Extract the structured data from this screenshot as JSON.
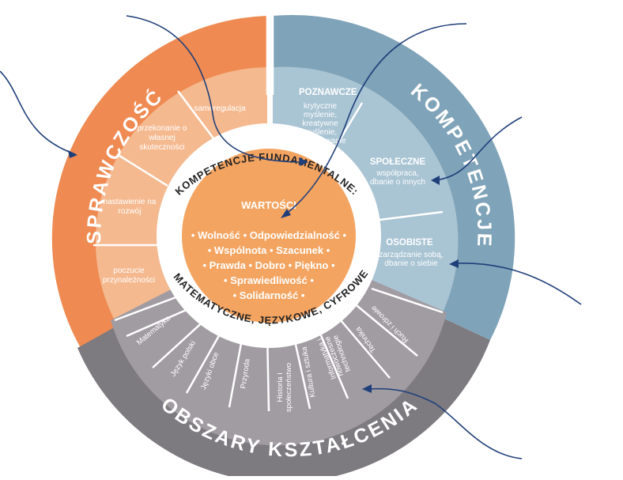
{
  "outer_ring": {
    "left": "SPRAWCZOŚĆ",
    "right": "KOMPETENCJE",
    "bottom": "OBSZARY KSZTAŁCENIA"
  },
  "sprawczosc_items": [
    "samoregulacja",
    "przekonanie o własnej skuteczności",
    "nastawienie na rozwój",
    "poczucie przynależności"
  ],
  "kompetencje_items": [
    {
      "title": "POZNAWCZE",
      "text": "krytyczne myślenie, kreatywne myślenie, rozwiązywanie problemów"
    },
    {
      "title": "SPOŁECZNE",
      "text": "współpraca, dbanie o innych"
    },
    {
      "title": "OSOBISTE",
      "text": "zarządzanie sobą, dbanie o siebie"
    }
  ],
  "obszary_items": [
    "Matematyka",
    "Język polski",
    "Języki obce",
    "Przyroda",
    "Historia i społeczeństwo",
    "Kultura i sztuka",
    "Informatyka i nowoczesne technologie",
    "Technika",
    "Ruch i zdrowie"
  ],
  "inner_ring": {
    "top": "KOMPETENCJE FUNDAMENTALNE:",
    "bottom": "MATEMATYCZNE, JĘZYKOWE, CYFROWE"
  },
  "center": {
    "title": "WARTOŚCI",
    "values": [
      "Wolność",
      "Odpowiedzialność",
      "Wspólnota",
      "Szacunek",
      "Prawda",
      "Dobro",
      "Piękno",
      "Sprawiedliwość",
      "Solidarność"
    ]
  },
  "colors": {
    "orange_dark": "#ef8a52",
    "orange_light": "#f5b98f",
    "blue_dark": "#7fa3b8",
    "blue_light": "#a9c4d3",
    "gray_dark": "#7d7a80",
    "gray_light": "#a19ba2",
    "center": "#f4a461",
    "arrow": "#1f3f7a"
  }
}
